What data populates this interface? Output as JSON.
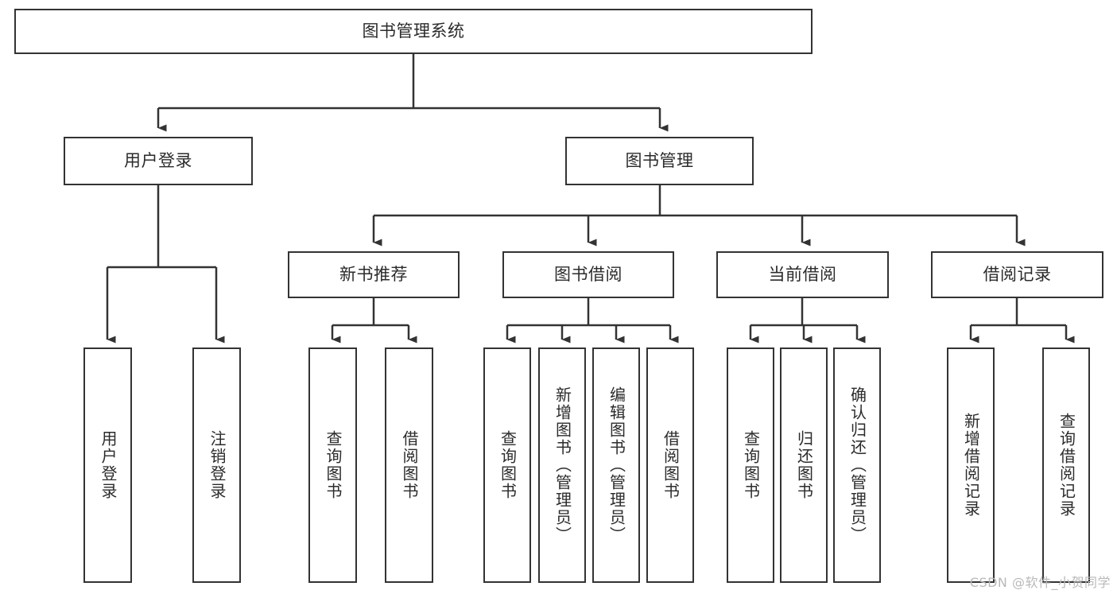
{
  "diagram": {
    "type": "tree-hierarchy-flowchart",
    "title": "图书管理系统",
    "colors": {
      "box_border": "#333333",
      "box_fill": "#ffffff",
      "connector": "#333333",
      "text": "#2b2b2b",
      "background": "#ffffff",
      "watermark": "#b9b9b9"
    },
    "nodes": {
      "root": {
        "label": "图书管理系统",
        "orientation": "horizontal"
      },
      "level1": [
        {
          "label": "用户登录",
          "orientation": "horizontal"
        },
        {
          "label": "图书管理",
          "orientation": "horizontal"
        }
      ],
      "level2": [
        {
          "label": "新书推荐",
          "orientation": "horizontal"
        },
        {
          "label": "图书借阅",
          "orientation": "horizontal"
        },
        {
          "label": "当前借阅",
          "orientation": "horizontal"
        },
        {
          "label": "借阅记录",
          "orientation": "horizontal"
        }
      ],
      "leaves": {
        "user_login": [
          {
            "label": "用户登录",
            "orientation": "vertical"
          },
          {
            "label": "注销登录",
            "orientation": "vertical"
          }
        ],
        "new_book_recommend": [
          {
            "label": "查询图书",
            "orientation": "vertical"
          },
          {
            "label": "借阅图书",
            "orientation": "vertical"
          }
        ],
        "book_borrow": [
          {
            "label": "查询图书",
            "orientation": "vertical"
          },
          {
            "label": "新增图书（管理员）",
            "orientation": "vertical"
          },
          {
            "label": "编辑图书（管理员）",
            "orientation": "vertical"
          },
          {
            "label": "借阅图书",
            "orientation": "vertical"
          }
        ],
        "current_borrow": [
          {
            "label": "查询图书",
            "orientation": "vertical"
          },
          {
            "label": "归还图书",
            "orientation": "vertical"
          },
          {
            "label": "确认归还（管理员）",
            "orientation": "vertical"
          }
        ],
        "borrow_record": [
          {
            "label": "新增借阅记录",
            "orientation": "vertical"
          },
          {
            "label": "查询借阅记录",
            "orientation": "vertical"
          }
        ]
      }
    },
    "watermark": "CSDN @软件_小贺同学"
  }
}
